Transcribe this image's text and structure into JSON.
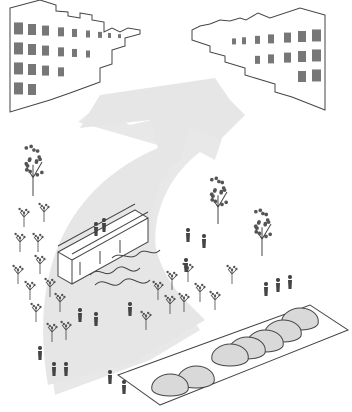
{
  "illustration": {
    "palette": {
      "line": "#444444",
      "arrow": "#e6e6e6",
      "window": "#777777",
      "car": "#d9d9d9",
      "tree_dark": "#555555",
      "tree_dot": "#ffffff",
      "background": "#ffffff"
    },
    "elements": [
      "building-block-left",
      "building-block-right",
      "direction-arrow",
      "pedestrian-bridge",
      "stream",
      "park-trees",
      "pedestrians",
      "parking-lot"
    ]
  }
}
